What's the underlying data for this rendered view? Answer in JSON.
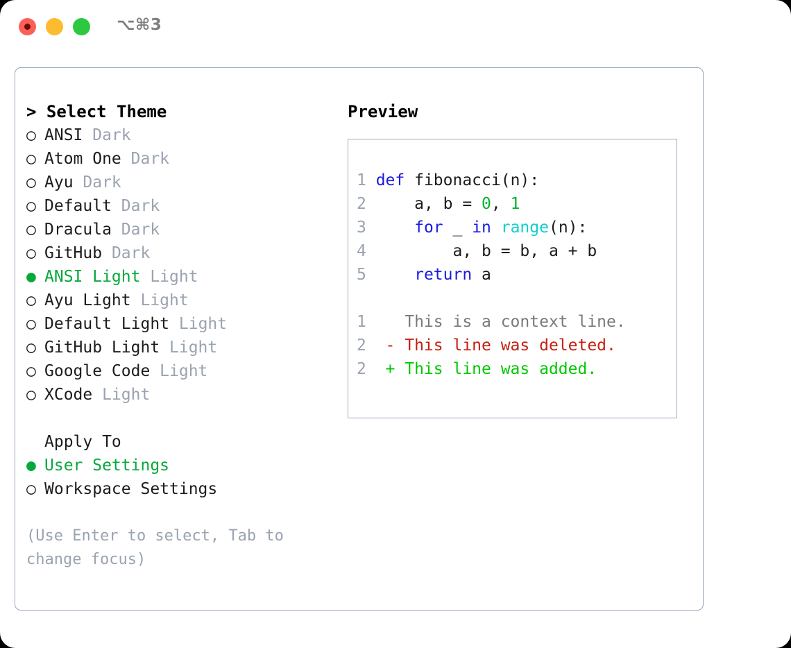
{
  "window": {
    "shortcut": "⌥⌘3",
    "traffic_lights": [
      {
        "name": "close",
        "color": "#fb5f57"
      },
      {
        "name": "minimize",
        "color": "#fcbc2e"
      },
      {
        "name": "zoom",
        "color": "#2bc840"
      }
    ]
  },
  "theme_picker": {
    "header": "> Select Theme",
    "options": [
      {
        "bullet": "○",
        "name": "ANSI",
        "kind": "Dark",
        "selected": false
      },
      {
        "bullet": "○",
        "name": "Atom One",
        "kind": "Dark",
        "selected": false
      },
      {
        "bullet": "○",
        "name": "Ayu",
        "kind": "Dark",
        "selected": false
      },
      {
        "bullet": "○",
        "name": "Default",
        "kind": "Dark",
        "selected": false
      },
      {
        "bullet": "○",
        "name": "Dracula",
        "kind": "Dark",
        "selected": false
      },
      {
        "bullet": "○",
        "name": "GitHub",
        "kind": "Dark",
        "selected": false
      },
      {
        "bullet": "●",
        "name": "ANSI Light",
        "kind": "Light",
        "selected": true
      },
      {
        "bullet": "○",
        "name": "Ayu Light",
        "kind": "Light",
        "selected": false
      },
      {
        "bullet": "○",
        "name": "Default Light",
        "kind": "Light",
        "selected": false
      },
      {
        "bullet": "○",
        "name": "GitHub Light",
        "kind": "Light",
        "selected": false
      },
      {
        "bullet": "○",
        "name": "Google Code",
        "kind": "Light",
        "selected": false
      },
      {
        "bullet": "○",
        "name": "XCode",
        "kind": "Light",
        "selected": false
      }
    ]
  },
  "apply_to": {
    "title": "Apply To",
    "options": [
      {
        "bullet": "●",
        "name": "User Settings",
        "selected": true
      },
      {
        "bullet": "○",
        "name": "Workspace Settings",
        "selected": false
      }
    ]
  },
  "hint": "(Use Enter to select, Tab to change focus)",
  "preview": {
    "title": "Preview",
    "code_lines": [
      {
        "no": "1",
        "tokens": [
          {
            "t": "def ",
            "c": "kw"
          },
          {
            "t": "fibonacci(n):",
            "c": "id"
          }
        ]
      },
      {
        "no": "2",
        "tokens": [
          {
            "t": "    a, b = ",
            "c": "id"
          },
          {
            "t": "0",
            "c": "num"
          },
          {
            "t": ", ",
            "c": "id"
          },
          {
            "t": "1",
            "c": "num"
          }
        ]
      },
      {
        "no": "3",
        "tokens": [
          {
            "t": "    for ",
            "c": "kw"
          },
          {
            "t": "_ ",
            "c": "id"
          },
          {
            "t": "in ",
            "c": "kw"
          },
          {
            "t": "range",
            "c": "fn"
          },
          {
            "t": "(n):",
            "c": "id"
          }
        ]
      },
      {
        "no": "4",
        "tokens": [
          {
            "t": "        a, b = b, a + b",
            "c": "id"
          }
        ]
      },
      {
        "no": "5",
        "tokens": [
          {
            "t": "    return ",
            "c": "kw"
          },
          {
            "t": "a",
            "c": "id"
          }
        ]
      }
    ],
    "diff_lines": [
      {
        "no": "1",
        "marker": " ",
        "text": "This is a context line.",
        "kind": "ctx"
      },
      {
        "no": "2",
        "marker": "-",
        "text": "This line was deleted.",
        "kind": "del"
      },
      {
        "no": "2",
        "marker": "+",
        "text": "This line was added.",
        "kind": "add"
      }
    ]
  },
  "colors": {
    "accent_green": "#06a843",
    "muted": "#9aa3b0",
    "border": "#9aa8bd",
    "keyword": "#1a1ae0",
    "function": "#0fcfcf",
    "number": "#00b32a",
    "diff_deleted": "#c42010",
    "diff_added": "#00c800"
  }
}
